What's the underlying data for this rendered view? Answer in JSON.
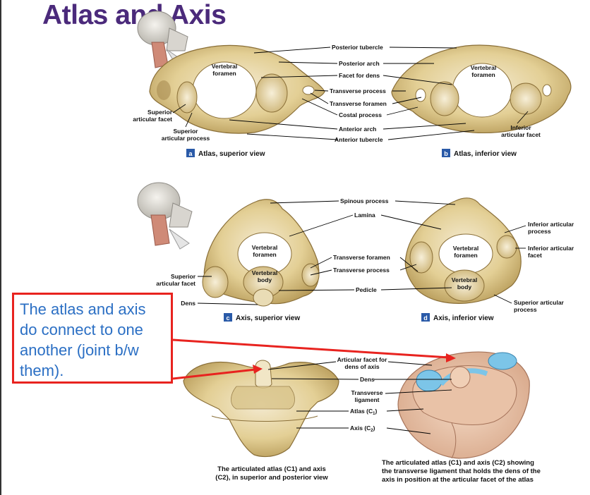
{
  "slide": {
    "title": "Atlas and Axis",
    "callout": "The atlas and axis do connect to one another (joint b/w them)."
  },
  "panels": {
    "a": {
      "letter": "a",
      "caption": "Atlas, superior view"
    },
    "b": {
      "letter": "b",
      "caption": "Atlas, inferior view"
    },
    "c": {
      "letter": "c",
      "caption": "Axis, superior view"
    },
    "d": {
      "letter": "d",
      "caption": "Axis, inferior view"
    }
  },
  "atlas_labels": {
    "posterior_tubercle": "Posterior tubercle",
    "posterior_arch": "Posterior arch",
    "facet_for_dens": "Facet for dens",
    "transverse_process": "Transverse process",
    "transverse_foramen": "Transverse foramen",
    "costal_process": "Costal process",
    "anterior_arch": "Anterior arch",
    "anterior_tubercle": "Anterior tubercle",
    "vertebral_foramen_1": "Vertebral",
    "vertebral_foramen_2": "foramen",
    "superior_articular_facet_1": "Superior",
    "superior_articular_facet_2": "articular facet",
    "superior_articular_process_1": "Superior",
    "superior_articular_process_2": "articular process",
    "inferior_articular_facet_1": "Inferior",
    "inferior_articular_facet_2": "articular facet"
  },
  "axis_labels": {
    "spinous_process": "Spinous process",
    "lamina": "Lamina",
    "transverse_foramen": "Transverse foramen",
    "transverse_process": "Transverse process",
    "pedicle": "Pedicle",
    "vertebral_foramen_1": "Vertebral",
    "vertebral_foramen_2": "foramen",
    "vertebral_body_1": "Vertebral",
    "vertebral_body_2": "body",
    "superior_articular_facet_1": "Superior",
    "superior_articular_facet_2": "articular facet",
    "dens": "Dens",
    "inferior_articular_process_1": "Inferior articular",
    "inferior_articular_process_2": "process",
    "inferior_articular_facet_1": "Inferior articular",
    "inferior_articular_facet_2": "facet",
    "superior_articular_process_1": "Superior articular",
    "superior_articular_process_2": "process"
  },
  "articulated_labels": {
    "articular_facet_1": "Articular facet for",
    "articular_facet_2": "dens of axis",
    "dens": "Dens",
    "transverse_ligament_1": "Transverse",
    "transverse_ligament_2": "ligament",
    "atlas": "Atlas (C",
    "atlas_sub": "1",
    "axis": "Axis (C",
    "axis_sub": "2"
  },
  "captions": {
    "left_1": "The articulated atlas (C1) and axis",
    "left_2": "(C2), in superior and posterior view",
    "right_1": "The articulated atlas (C1) and axis (C2) showing",
    "right_2": "the transverse ligament that holds the dens of the",
    "right_3": "axis in position at the articular facet of the atlas"
  },
  "colors": {
    "title": "#4b2a7b",
    "callout_border": "#e8231f",
    "callout_text": "#2b6fc4",
    "arrow": "#e8231f",
    "bone": "#e8d8a6",
    "ligament": "#7cc5e8",
    "panel_badge": "#2a5aa8"
  }
}
